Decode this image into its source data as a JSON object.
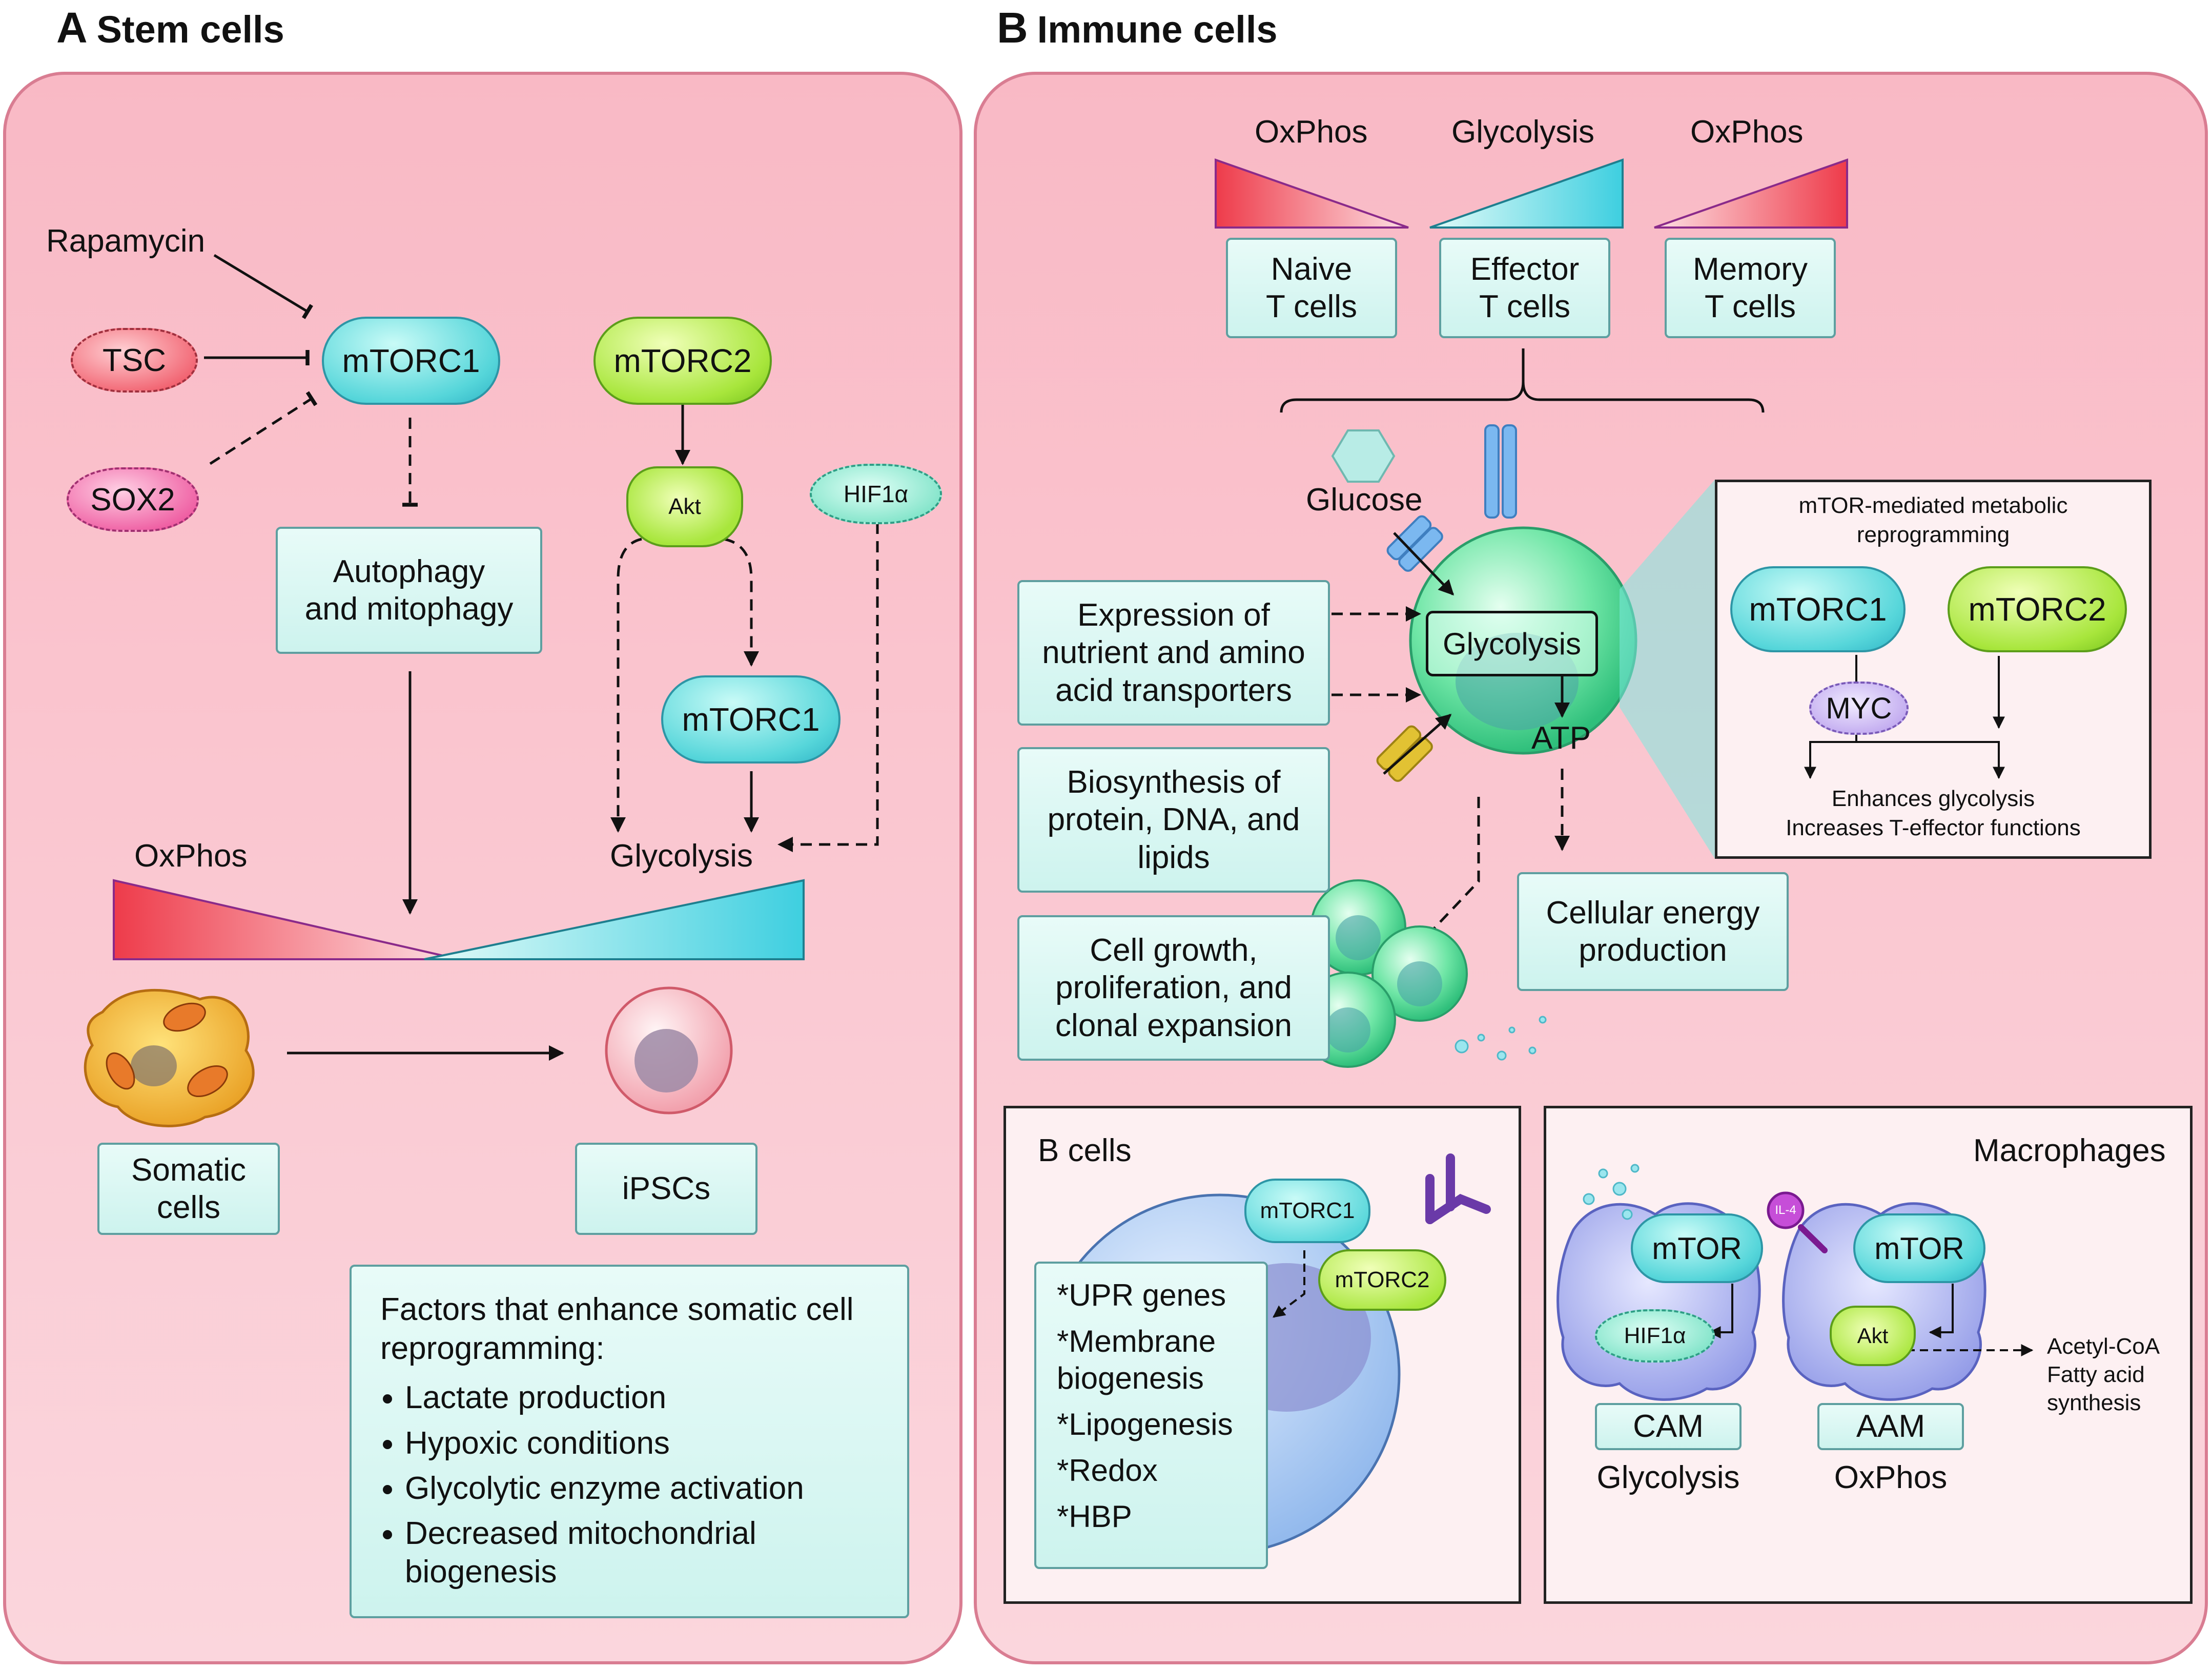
{
  "panel_a": {
    "letter": "A",
    "title": "Stem cells",
    "rapamycin": "Rapamycin",
    "tsc": "TSC",
    "sox2": "SOX2",
    "mtorc1_top": "mTORC1",
    "mtorc2": "mTORC2",
    "akt": "Akt",
    "hif1a": "HIF1α",
    "autophagy": "Autophagy\nand mitophagy",
    "mtorc1_mid": "mTORC1",
    "oxphos": "OxPhos",
    "glycolysis": "Glycolysis",
    "somatic_cells": "Somatic\ncells",
    "ipscs": "iPSCs",
    "factors_title": "Factors that enhance somatic cell reprogramming:",
    "factors": [
      "Lactate production",
      "Hypoxic conditions",
      "Glycolytic enzyme activation",
      "Decreased mitochondrial biogenesis"
    ]
  },
  "panel_b": {
    "letter": "B",
    "title": "Immune cells",
    "top_labels": [
      "OxPhos",
      "Glycolysis",
      "OxPhos"
    ],
    "t_cells": [
      "Naive\nT cells",
      "Effector\nT cells",
      "Memory\nT cells"
    ],
    "glucose": "Glucose",
    "glycolysis_inner": "Glycolysis",
    "atp": "ATP",
    "expression": "Expression of\nnutrient and amino\nacid transporters",
    "biosynthesis": "Biosynthesis of\nprotein, DNA, and\nlipids",
    "cell_growth": "Cell growth,\nproliferation, and\nclonal expansion",
    "energy": "Cellular energy\nproduction",
    "inset_title": "mTOR-mediated metabolic\nreprogramming",
    "inset_mtorc1": "mTORC1",
    "inset_mtorc2": "mTORC2",
    "inset_myc": "MYC",
    "inset_effects": "Enhances glycolysis\nIncreases T-effector functions",
    "b_cells": {
      "title": "B cells",
      "mtorc1": "mTORC1",
      "mtorc2": "mTORC2",
      "genes": [
        "*UPR genes",
        "*Membrane\nbiogenesis",
        "*Lipogenesis",
        "*Redox",
        "*HBP"
      ]
    },
    "macrophages": {
      "title": "Macrophages",
      "mtor_left": "mTOR",
      "mtor_right": "mTOR",
      "hif1a": "HIF1α",
      "akt": "Akt",
      "il4": "IL-4",
      "acetyl": "Acetyl-CoA\nFatty acid\nsynthesis",
      "cam": "CAM",
      "aam": "AAM",
      "cam_label": "Glycolysis",
      "aam_label": "OxPhos"
    }
  },
  "colors": {
    "panel_fill": "#f9b9c5",
    "panel_border": "#d97d92",
    "box_fill": "#d9f7f3",
    "cyan": "#56d6da",
    "green": "#a8e63c",
    "oxphos_red": "#ee3b4a",
    "glycolysis_cyan": "#3ecfe0"
  }
}
